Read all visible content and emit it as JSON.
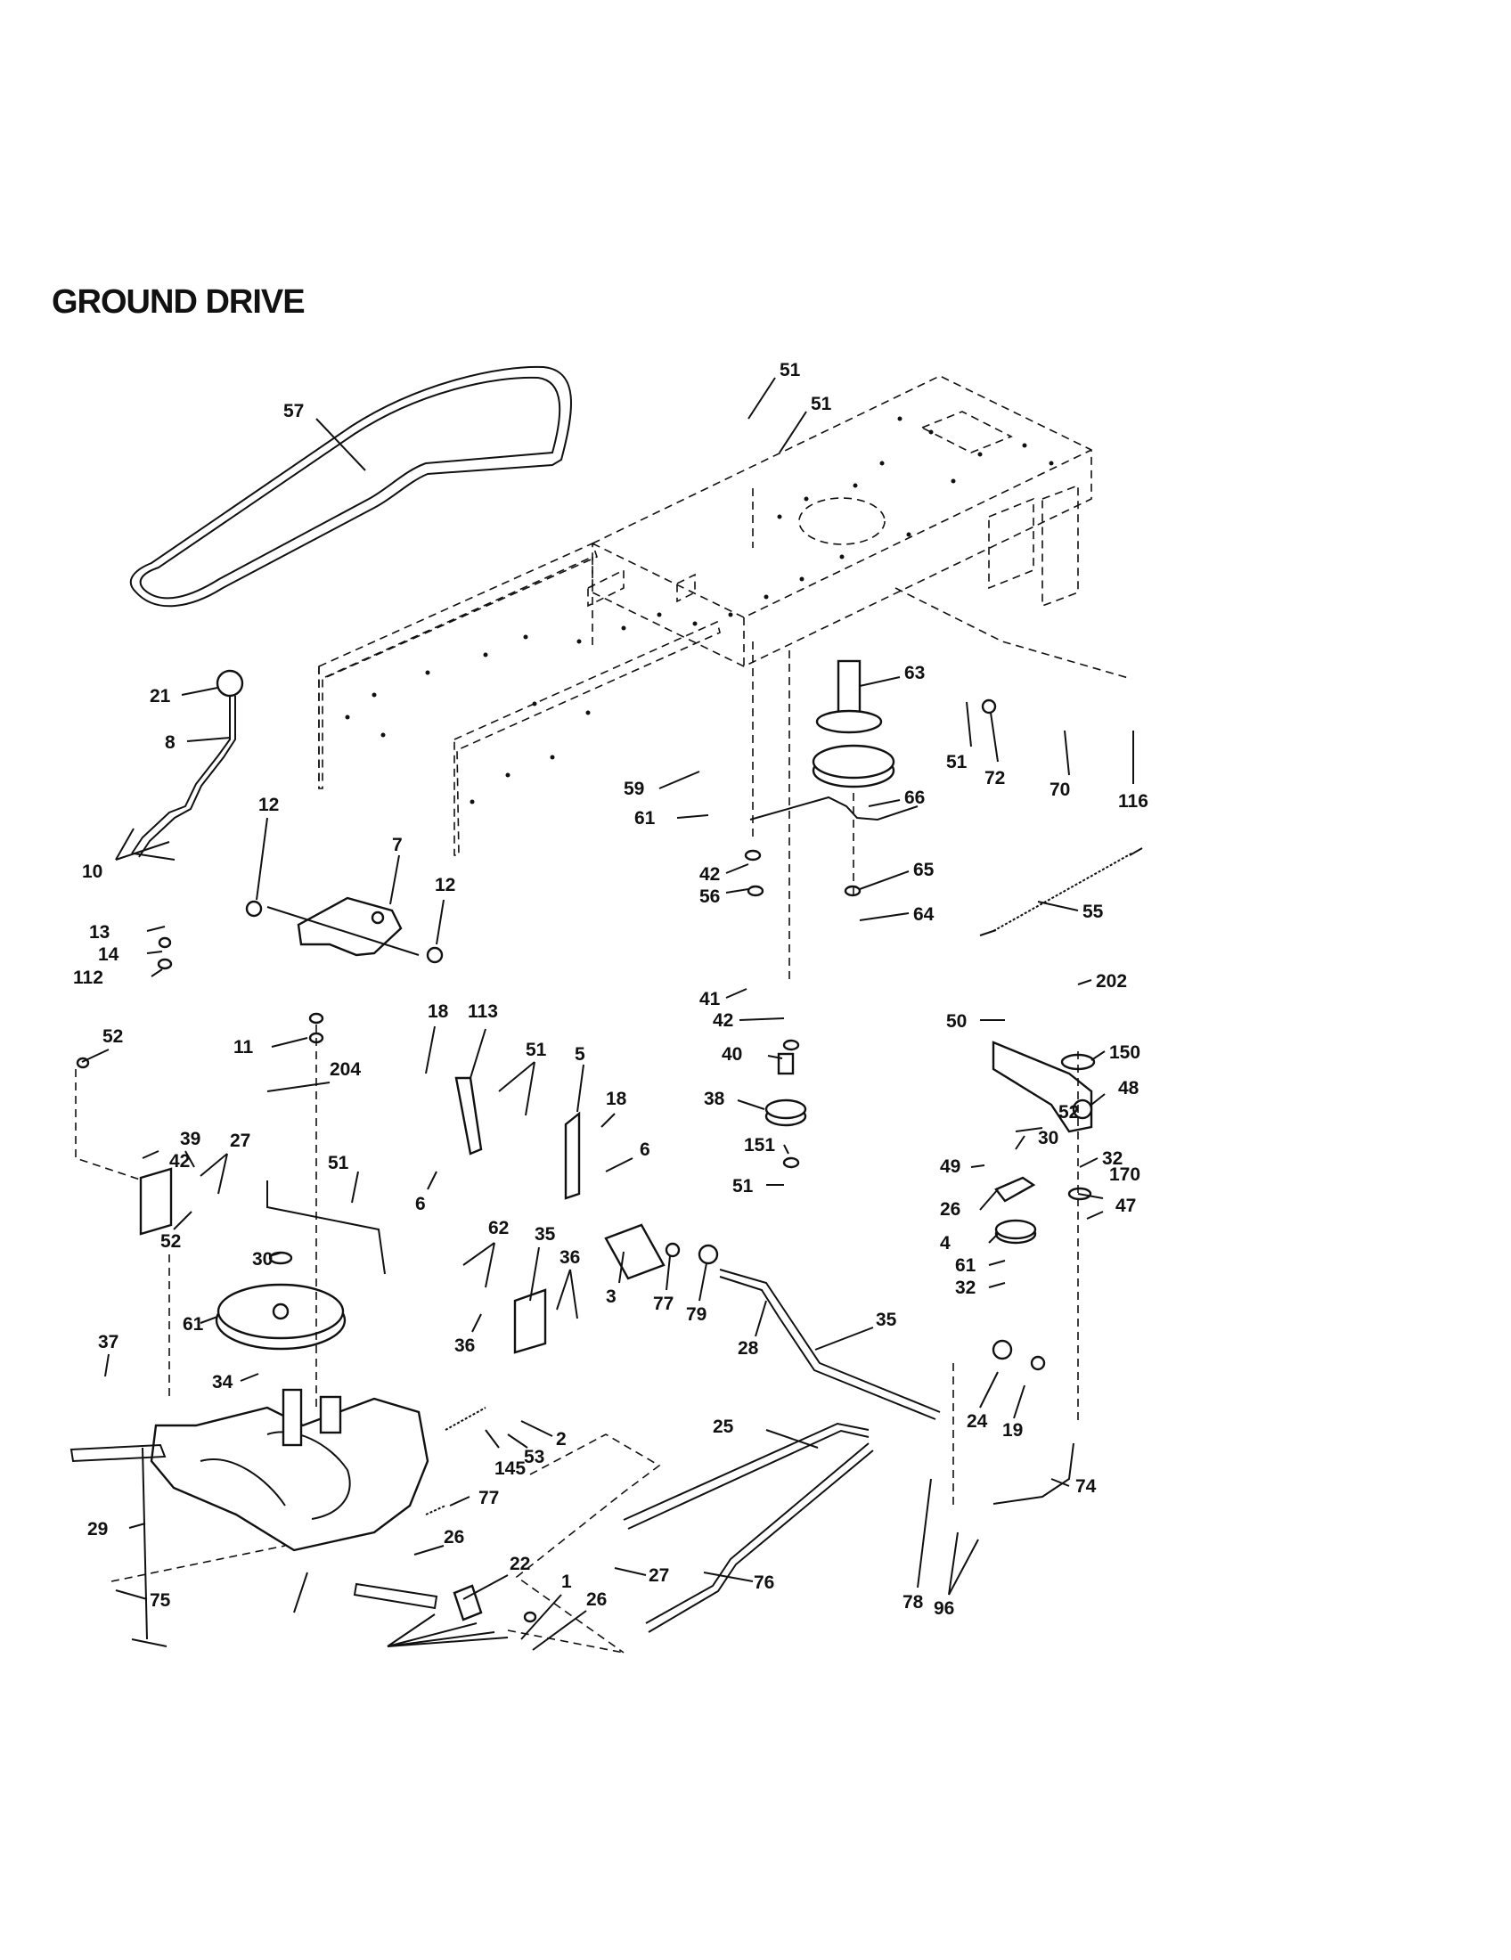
{
  "title": "GROUND DRIVE",
  "callouts": [
    "51",
    "51",
    "57",
    "63",
    "21",
    "8",
    "51",
    "72",
    "70",
    "116",
    "59",
    "66",
    "10",
    "12",
    "7",
    "12",
    "61",
    "42",
    "56",
    "65",
    "64",
    "55",
    "13",
    "14",
    "112",
    "41",
    "42",
    "202",
    "50",
    "150",
    "40",
    "38",
    "48",
    "11",
    "204",
    "52",
    "18",
    "113",
    "51",
    "5",
    "18",
    "6",
    "6",
    "52",
    "30",
    "32",
    "42",
    "39",
    "27",
    "151",
    "51",
    "49",
    "170",
    "47",
    "26",
    "51",
    "4",
    "61",
    "32",
    "30",
    "52",
    "62",
    "35",
    "36",
    "3",
    "77",
    "79",
    "61",
    "37",
    "34",
    "36",
    "35",
    "28",
    "24",
    "19",
    "25",
    "2",
    "53",
    "145",
    "77",
    "74",
    "29",
    "26",
    "22",
    "27",
    "78",
    "76",
    "96",
    "1",
    "26",
    "75"
  ]
}
